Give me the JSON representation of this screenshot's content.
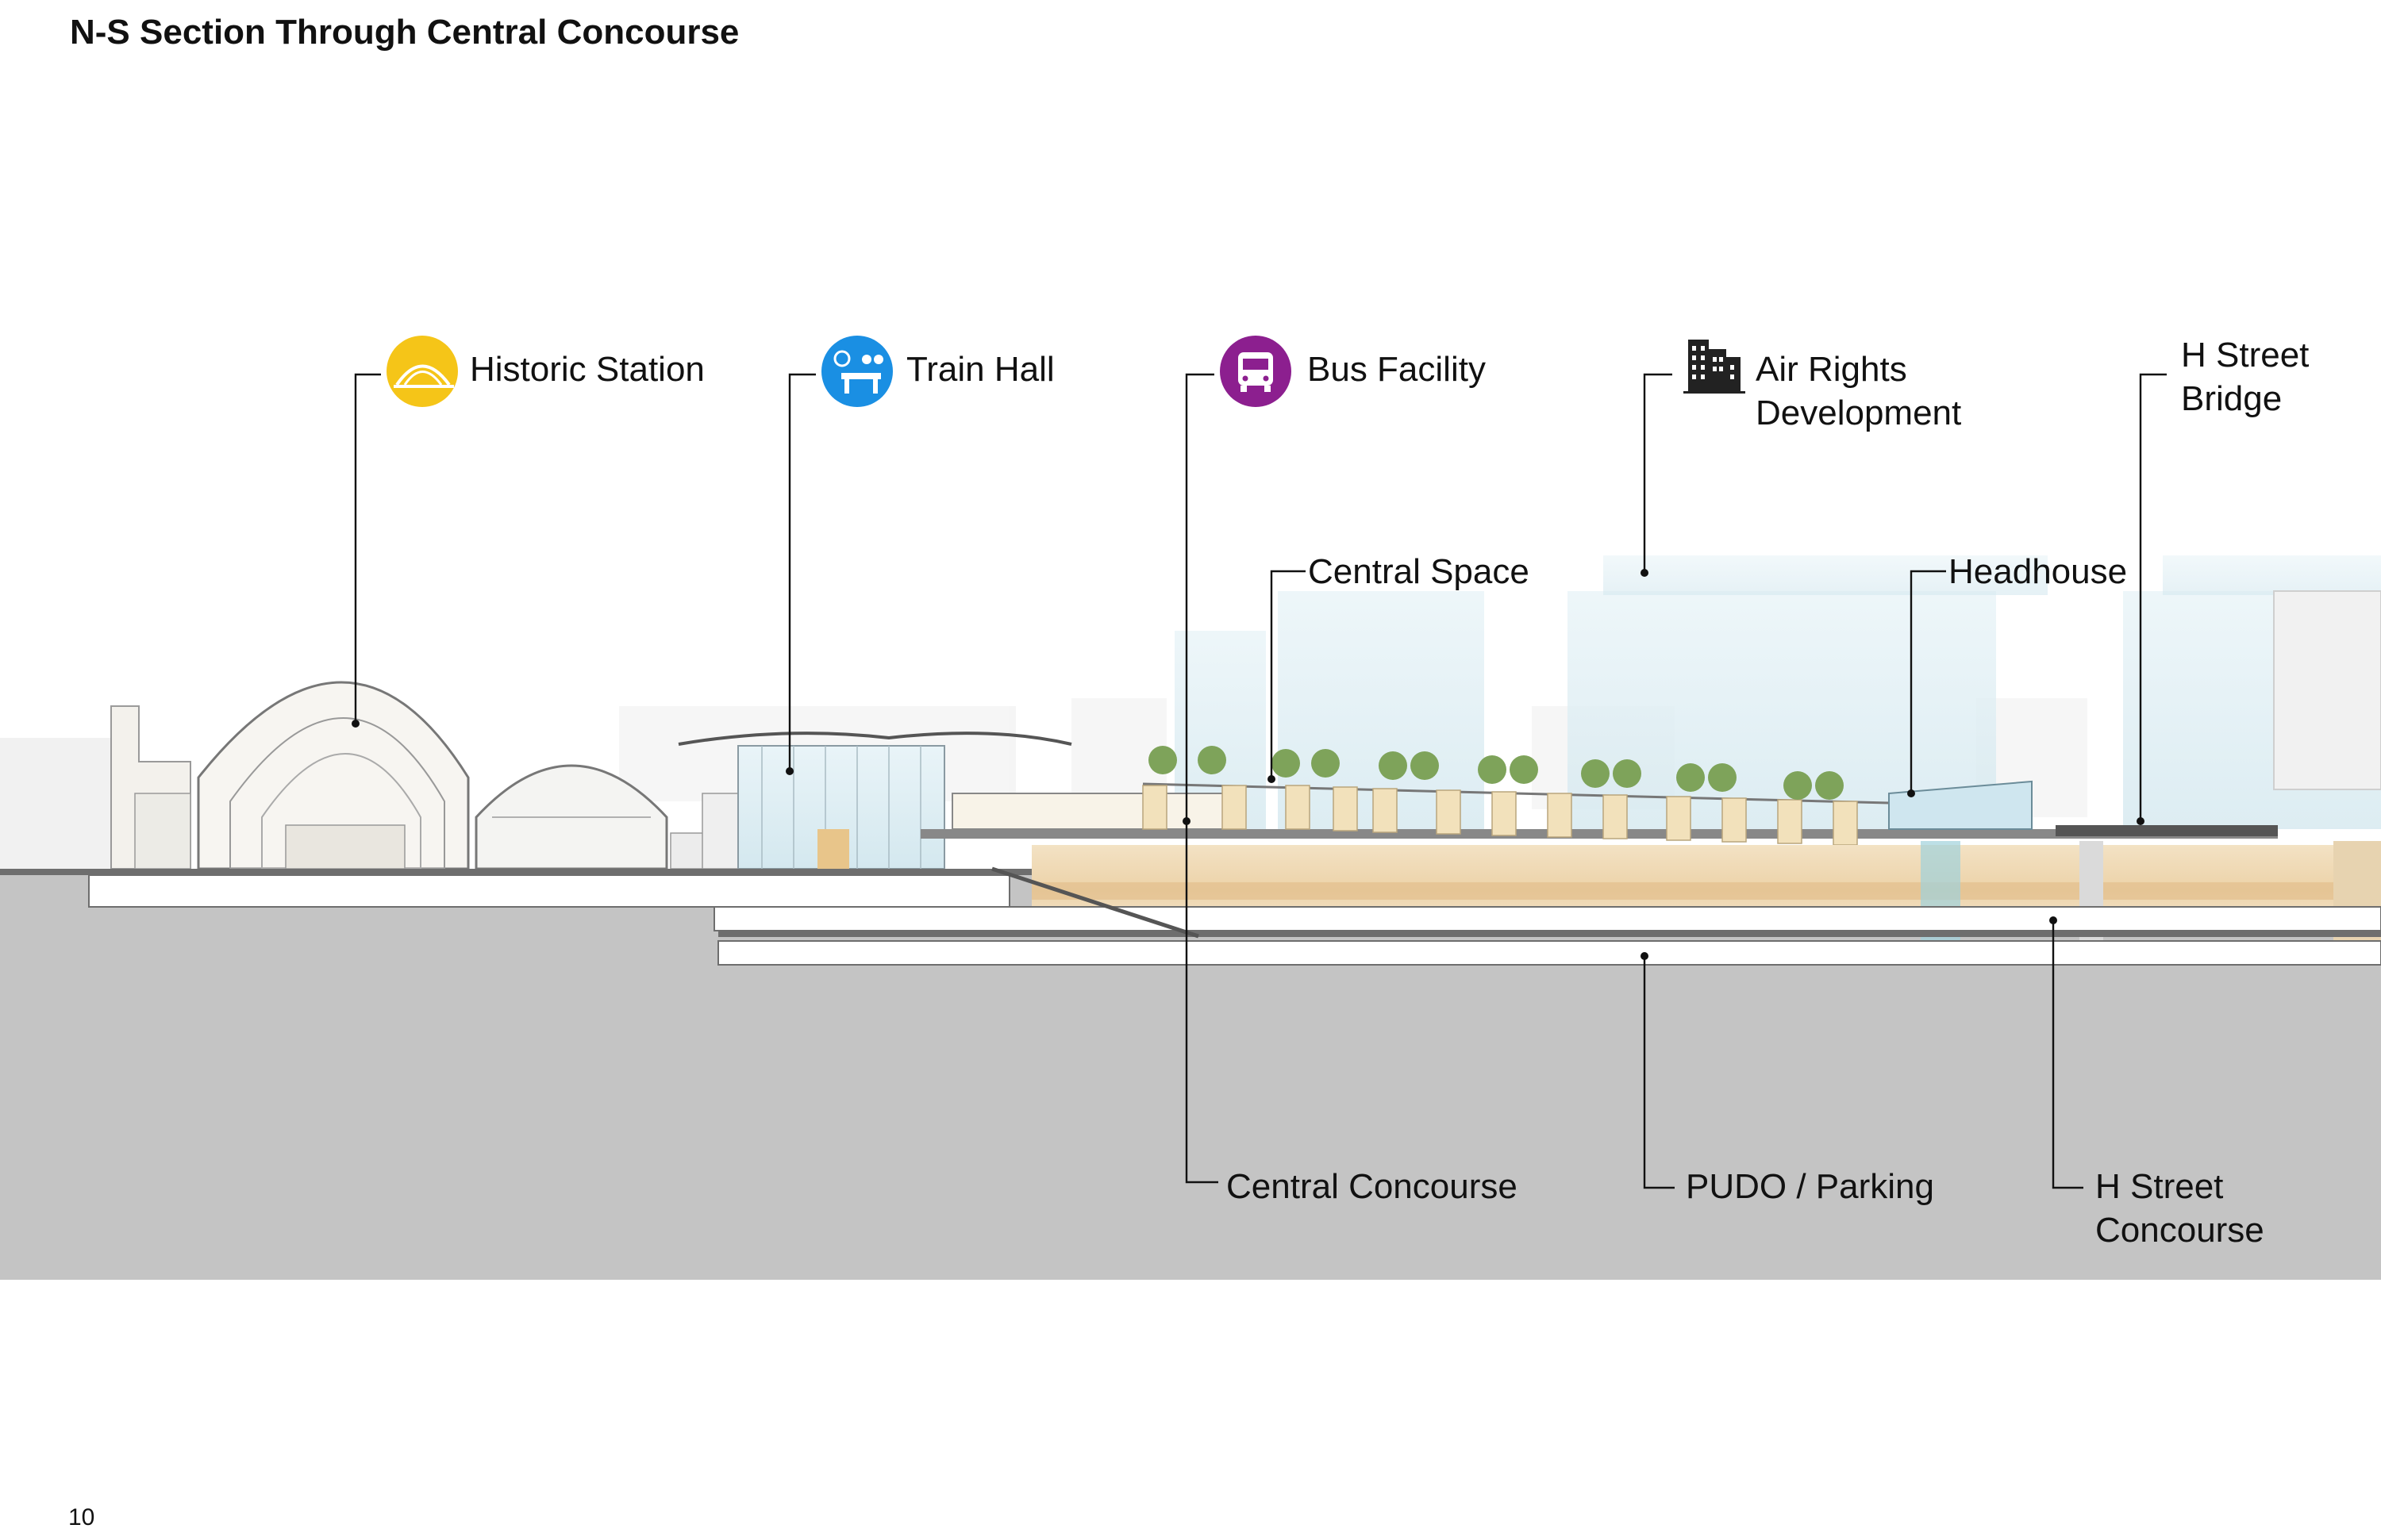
{
  "page": {
    "title": "N-S Section Through Central Concourse",
    "number": "10"
  },
  "programs": [
    {
      "label": "Historic Station",
      "icon": "historic-station-icon",
      "color": "#f5c518"
    },
    {
      "label": "Train Hall",
      "icon": "train-hall-icon",
      "color": "#1a8fe3"
    },
    {
      "label": "Bus Facility",
      "icon": "bus-icon",
      "color": "#8c1f8f"
    },
    {
      "label_lines": [
        "Air Rights",
        "Development"
      ],
      "icon": "building-icon",
      "color": "#222222"
    }
  ],
  "callouts": {
    "h_street_bridge": [
      "H Street",
      "Bridge"
    ],
    "central_space": "Central Space",
    "headhouse": "Headhouse",
    "central_concourse": "Central Concourse",
    "pudo_parking": "PUDO / Parking",
    "h_street_concourse": [
      "H Street",
      "Concourse"
    ]
  }
}
